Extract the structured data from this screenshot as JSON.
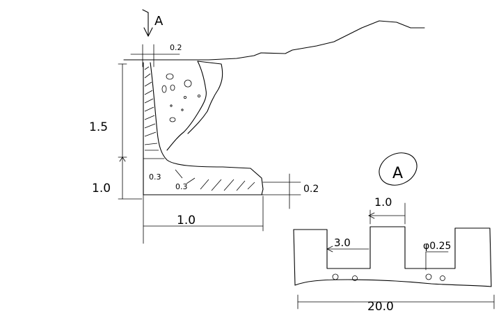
{
  "labels": {
    "section_marker_top": "A",
    "wall_thickness_top": "0.2",
    "wall_height_upper": "1.5",
    "wall_height_lower": "1.0",
    "slab_inner_1": "0.3",
    "slab_inner_2": "0.3",
    "slab_thickness_right": "0.2",
    "base_length": "1.0",
    "section_marker_detail": "A",
    "tooth_width": "1.0",
    "gap_width": "3.0",
    "rebar_diameter": "φ0.25",
    "total_length": "20.0"
  }
}
